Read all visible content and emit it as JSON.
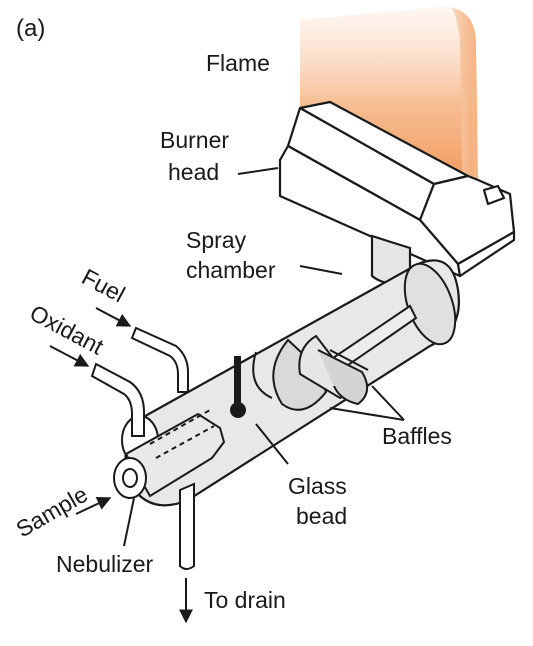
{
  "panel_label": "(a)",
  "labels": {
    "flame": "Flame",
    "burner_line1": "Burner",
    "burner_line2": "head",
    "spray_line1": "Spray",
    "spray_line2": "chamber",
    "fuel": "Fuel",
    "oxidant": "Oxidant",
    "sample": "Sample",
    "nebulizer": "Nebulizer",
    "to_drain": "To drain",
    "glass_line1": "Glass",
    "glass_line2": "bead",
    "baffles": "Baffles"
  },
  "colors": {
    "flame": "#f2a46c",
    "chamber_fill": "#e6e6e6",
    "stroke": "#1a1a1a"
  }
}
